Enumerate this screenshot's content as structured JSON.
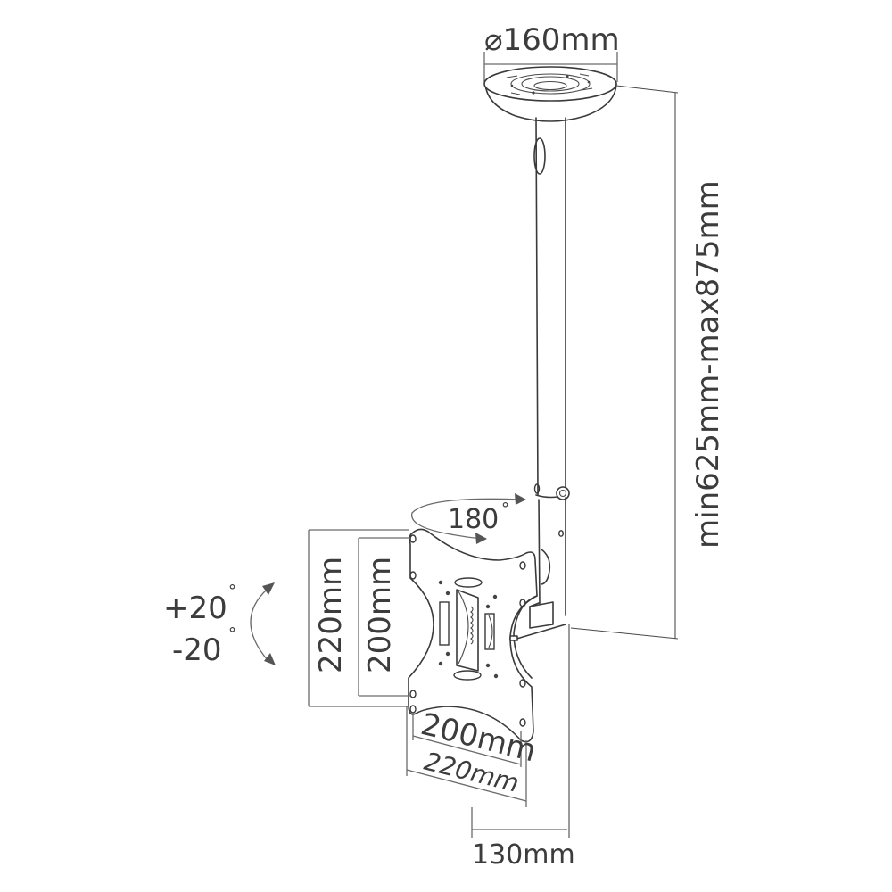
{
  "diagram": {
    "title": "Ceiling TV mount dimension drawing",
    "labels": {
      "base_diameter": "⌀160mm",
      "height_range": "min625mm-max875mm",
      "swivel": "180",
      "swivel_unit": "°",
      "tilt_plus": "+20",
      "tilt_minus": "-20",
      "tilt_unit": "°",
      "vesa_outer_height": "220mm",
      "vesa_inner_height": "200mm",
      "vesa_inner_width": "200mm",
      "vesa_outer_width": "220mm",
      "depth": "130mm"
    },
    "components": [
      {
        "name": "ceiling-plate",
        "description": "round ceiling base plate, diameter 160mm"
      },
      {
        "name": "telescopic-pole",
        "description": "extension pole 625-875mm with locking knob"
      },
      {
        "name": "swivel-joint",
        "description": "180 degree swivel"
      },
      {
        "name": "vesa-plate",
        "description": "VESA plate 200x200 hole pattern, 220x220 outer"
      },
      {
        "name": "tilt-bracket",
        "description": "tilt +20 / -20 degrees"
      }
    ],
    "colors": {
      "line": "#3a3a3a",
      "dimension": "#6a6a6a",
      "text": "#3c3c3c",
      "background": "#ffffff"
    }
  }
}
